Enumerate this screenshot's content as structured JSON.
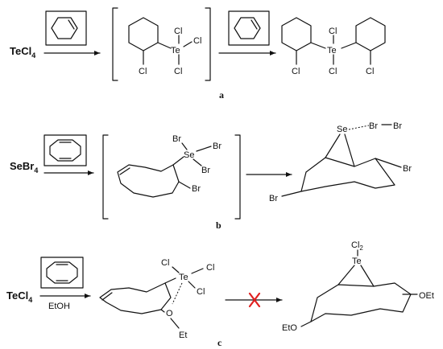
{
  "panel_a": {
    "reagent_main": "TeCl",
    "reagent_sub": "4",
    "intermediate_labels": {
      "te": "Te",
      "cl_top": "Cl",
      "cl_right": "Cl",
      "cl_bottom": "Cl",
      "cl_ring": "Cl"
    },
    "product_labels": {
      "te": "Te",
      "cl_top": "Cl",
      "cl_bottom": "Cl",
      "cl_left_ring": "Cl",
      "cl_right_ring": "Cl"
    },
    "label": "a"
  },
  "panel_b": {
    "reagent_main": "SeBr",
    "reagent_sub": "4",
    "intermediate_labels": {
      "se": "Se",
      "br_top": "Br",
      "br_right": "Br",
      "br_bottom": "Br",
      "br_ring": "Br"
    },
    "product_labels": {
      "se": "Se",
      "br_chain_1": "Br",
      "br_chain_2": "Br",
      "br_right": "Br",
      "br_left": "Br"
    },
    "label": "b"
  },
  "panel_c": {
    "reagent_main": "TeCl",
    "reagent_sub": "4",
    "condition": "EtOH",
    "intermediate_labels": {
      "te": "Te",
      "cl_left": "Cl",
      "cl_right": "Cl",
      "cl_bottom": "Cl",
      "o": "O",
      "et": "Et"
    },
    "product_labels": {
      "cl2_main": "Cl",
      "cl2_sub": "2",
      "te": "Te",
      "oet_right": "OEt",
      "eto_left": "EtO"
    },
    "label": "c",
    "blocked_arrow_color": "#e02020"
  }
}
